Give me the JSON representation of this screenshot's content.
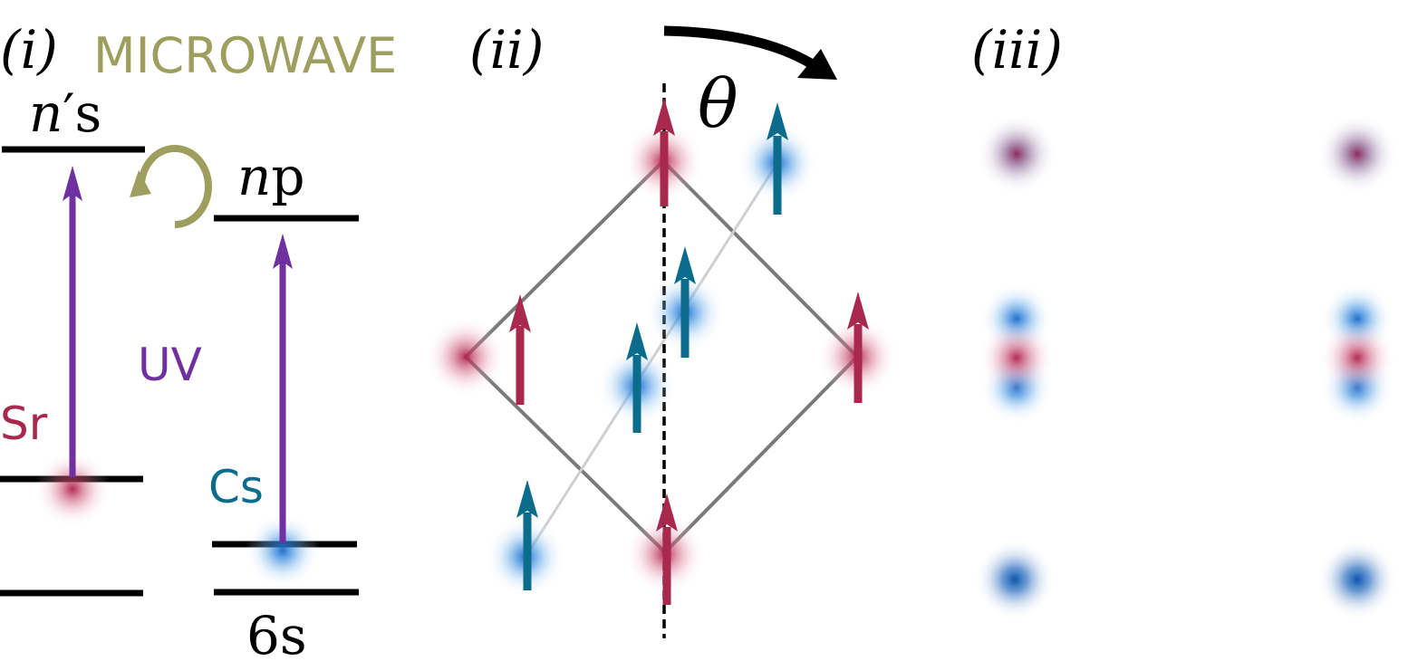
{
  "panel_labels": {
    "i": "(i)",
    "ii": "(ii)",
    "iii": "(iii)"
  },
  "energy_levels": {
    "upper_s_n": "n",
    "upper_s_prime": "′",
    "upper_s_letter": "s",
    "upper_p_n": "n",
    "upper_p_letter": "p",
    "ground_cs_6": "6",
    "ground_cs_letter": "s"
  },
  "transitions": {
    "microwave": "MICROWAVE",
    "uv": "UV"
  },
  "species": {
    "sr": "Sr",
    "cs": "Cs"
  },
  "rotation_label": "θ",
  "colors": {
    "sr": "#a8284e",
    "cs": "#0b6c8c",
    "cs_glow": "#3a9ae0",
    "microwave": "#9e9e5e",
    "uv": "#7030a0",
    "level": "#000000",
    "lattice": "#7a7a7a"
  }
}
